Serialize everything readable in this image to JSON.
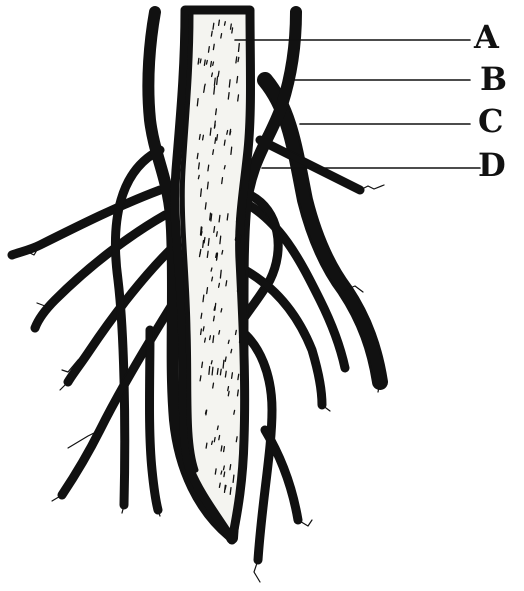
{
  "labels": {
    "a": "A",
    "b": "B",
    "c": "C",
    "d": "D"
  },
  "colors": {
    "ink": "#111111",
    "paper": "#ffffff",
    "stem": "#f4f4f0"
  }
}
